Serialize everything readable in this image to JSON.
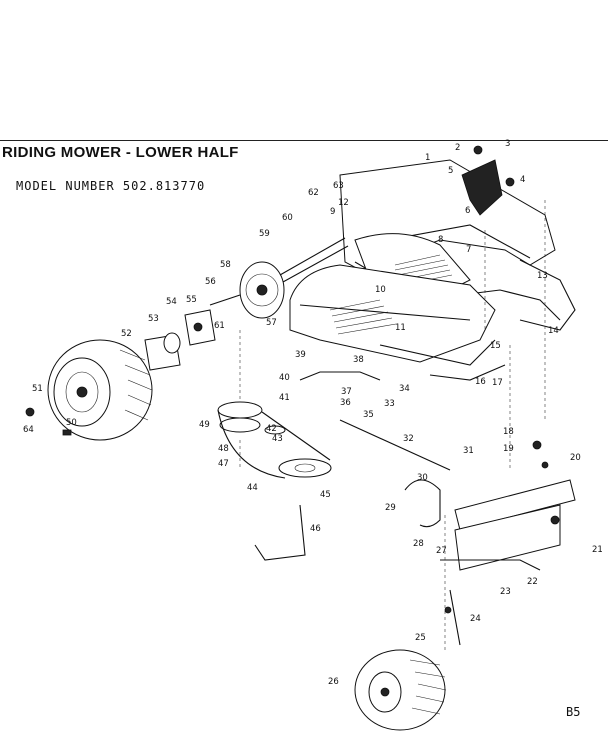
{
  "header": {
    "title": "RIDING MOWER - LOWER HALF",
    "model_line": "MODEL NUMBER 502.813770"
  },
  "footer": {
    "page_code": "B5"
  },
  "callouts": [
    "1",
    "2",
    "3",
    "4",
    "5",
    "6",
    "7",
    "8",
    "9",
    "10",
    "11",
    "12",
    "13",
    "14",
    "15",
    "16",
    "17",
    "18",
    "19",
    "20",
    "21",
    "22",
    "23",
    "24",
    "25",
    "26",
    "27",
    "28",
    "29",
    "30",
    "31",
    "32",
    "33",
    "34",
    "35",
    "36",
    "37",
    "38",
    "39",
    "40",
    "41",
    "42",
    "43",
    "44",
    "45",
    "46",
    "47",
    "48",
    "49",
    "50",
    "51",
    "52",
    "53",
    "54",
    "55",
    "56",
    "57",
    "58",
    "59",
    "60",
    "61",
    "62",
    "63",
    "64"
  ]
}
